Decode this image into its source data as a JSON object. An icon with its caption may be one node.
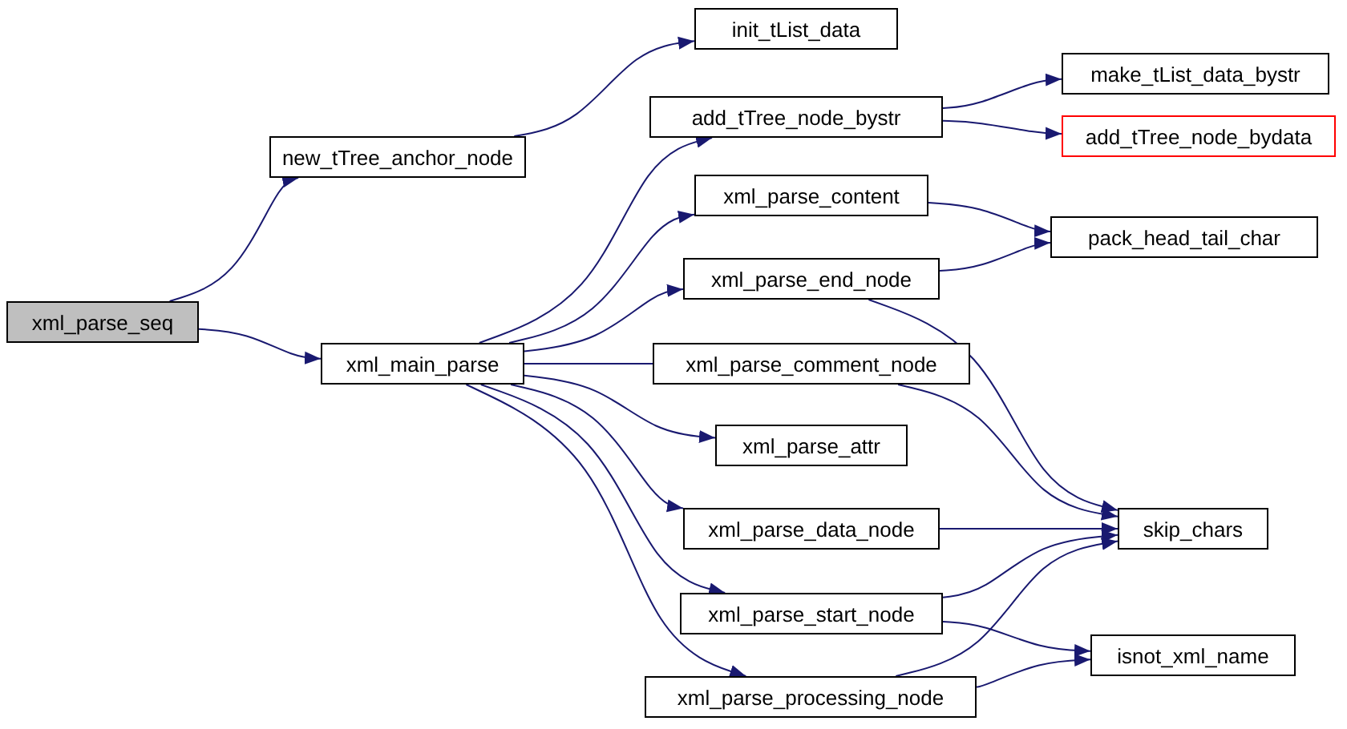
{
  "diagram": {
    "nodes": [
      {
        "text": [
          "xml_parse_seq"
        ]
      },
      {
        "text": [
          "new_tTree_anchor_node"
        ]
      },
      {
        "text": [
          "init_tList_data"
        ]
      },
      {
        "text": [
          "xml_main_parse"
        ]
      },
      {
        "text": [
          "add_tTree_node_bystr"
        ]
      },
      {
        "text": [
          "make_tList_data_bystr"
        ]
      },
      {
        "text": [
          "add_tTree_node_bydata"
        ]
      },
      {
        "text": [
          "xml_parse_content"
        ]
      },
      {
        "text": [
          "pack_head_tail_char"
        ]
      },
      {
        "text": [
          "xml_parse_end_node"
        ]
      },
      {
        "text": [
          "xml_parse_comment_node"
        ]
      },
      {
        "text": [
          "xml_parse_attr"
        ]
      },
      {
        "text": [
          "xml_parse_data_node"
        ]
      },
      {
        "text": [
          "skip_chars"
        ]
      },
      {
        "text": [
          "xml_parse_start_node"
        ]
      },
      {
        "text": [
          "isnot_xml_name"
        ]
      },
      {
        "text": [
          "xml_parse_processing_node"
        ]
      }
    ],
    "edges": [
      {
        "from": 0,
        "to": 1,
        "arrow": "to"
      },
      {
        "from": 0,
        "to": 3,
        "arrow": "to"
      },
      {
        "from": 1,
        "to": 2,
        "arrow": "to"
      },
      {
        "from": 3,
        "to": 4,
        "arrow": "to"
      },
      {
        "from": 3,
        "to": 7,
        "arrow": "to"
      },
      {
        "from": 3,
        "to": 9,
        "arrow": "to"
      },
      {
        "from": 3,
        "to": 10,
        "arrow": "to"
      },
      {
        "from": 3,
        "to": 11,
        "arrow": "to"
      },
      {
        "from": 3,
        "to": 12,
        "arrow": "to"
      },
      {
        "from": 3,
        "to": 14,
        "arrow": "to"
      },
      {
        "from": 3,
        "to": 16,
        "arrow": "to"
      },
      {
        "from": 4,
        "to": 5,
        "arrow": "to"
      },
      {
        "from": 4,
        "to": 6,
        "arrow": "to"
      },
      {
        "from": 7,
        "to": 8,
        "arrow": "to"
      },
      {
        "from": 9,
        "to": 8,
        "arrow": "to"
      },
      {
        "from": 9,
        "to": 13,
        "arrow": "to"
      },
      {
        "from": 10,
        "to": 13,
        "arrow": "to"
      },
      {
        "from": 12,
        "to": 13,
        "arrow": "to"
      },
      {
        "from": 14,
        "to": 13,
        "arrow": "to"
      },
      {
        "from": 14,
        "to": 15,
        "arrow": "to"
      },
      {
        "from": 16,
        "to": 13,
        "arrow": "to"
      },
      {
        "from": 16,
        "to": 15,
        "arrow": "to"
      }
    ]
  }
}
